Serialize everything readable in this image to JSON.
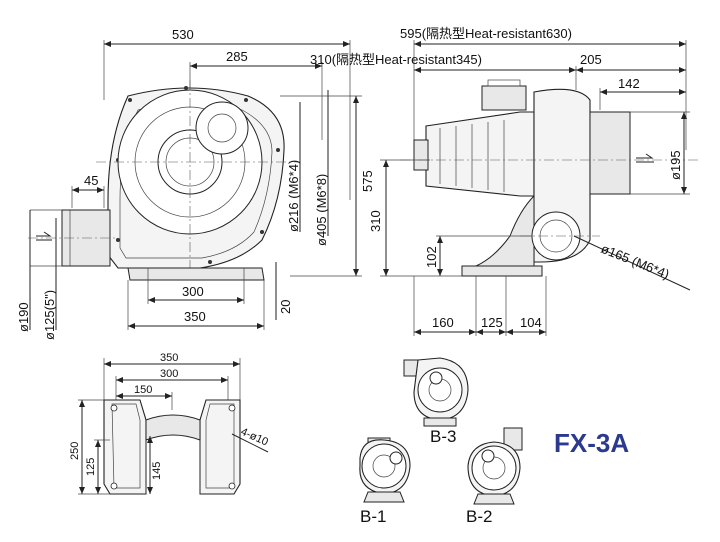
{
  "model": "FX-3A",
  "front_view": {
    "overall_width": "530",
    "width_to_outlet": "285",
    "height": "575",
    "flange_offset": "45",
    "bolt_circle_inner": "ø216 (M6*4)",
    "bolt_circle_outer": "ø405 (M6*8)",
    "outlet_dia": "ø190",
    "outlet_inner_dia": "ø125(5\")",
    "base_inner": "300",
    "base_outer": "350",
    "base_height": "20"
  },
  "side_view": {
    "total_length": "595(隔热型Heat-resistant630)",
    "motor_length": "310(隔热型Heat-resistant345)",
    "inlet_length": "205",
    "inlet_offset": "142",
    "inlet_dia": "ø195",
    "shaft_height": "310",
    "inlet_height": "102",
    "flange_dia": "ø165 (M6*4)",
    "base_a": "160",
    "base_b": "125",
    "base_c": "104"
  },
  "base_view": {
    "width_outer": "350",
    "width_inner": "300",
    "center_dist": "150",
    "height": "250",
    "height_half": "125",
    "hole_height": "145",
    "holes": "4-ø10"
  },
  "variants": [
    {
      "id": "b3",
      "label": "B-3"
    },
    {
      "id": "b1",
      "label": "B-1"
    },
    {
      "id": "b2",
      "label": "B-2"
    }
  ]
}
